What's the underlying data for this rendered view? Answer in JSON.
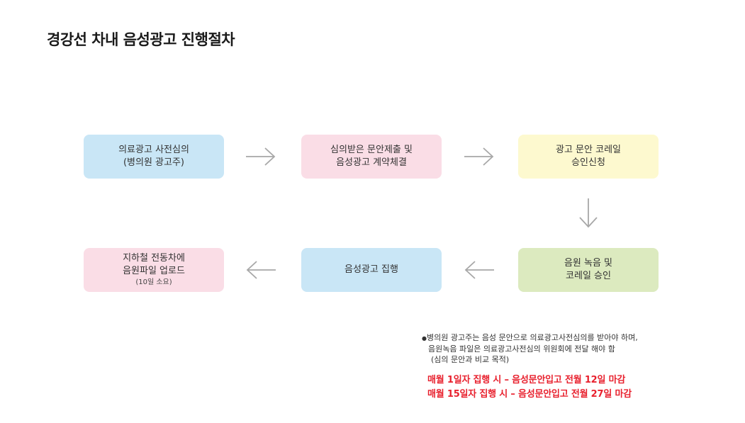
{
  "title": "경강선 차내 음성광고 진행절차",
  "colors": {
    "blue": "#c9e6f6",
    "pink": "#fadde6",
    "yellow": "#fdf9cf",
    "green": "#dceabf",
    "arrow": "#a8a8a8",
    "red": "#e8212e"
  },
  "steps": [
    {
      "line1": "의료광고 사전심의",
      "line2": "(병의원 광고주)"
    },
    {
      "line1": "심의받은 문안제출 및",
      "line2": "음성광고 계약체결"
    },
    {
      "line1": "광고 문안 코레일",
      "line2": "승인신청"
    },
    {
      "line1": "음원 녹음 및",
      "line2": "코레일 승인"
    },
    {
      "line1": "음성광고 집행"
    },
    {
      "line1": "지하철 전동차에",
      "line2": "음원파일 업로드",
      "line3": "(10일 소요)"
    }
  ],
  "note": {
    "bullet": "●",
    "line1": "병의원 광고주는 음성 문안으로 의료광고사전심의를 받아야 하며,",
    "line2": "음원녹음 파일은 의료광고사전심의 위원회에 전달 해야 함",
    "line3": "(심의 문안과 비교 목적)"
  },
  "deadlines": [
    "매월  1일자 집행 시 – 음성문안입고 전월 12일 마감",
    "매월  15일자 집행 시 – 음성문안입고 전월 27일 마감"
  ]
}
